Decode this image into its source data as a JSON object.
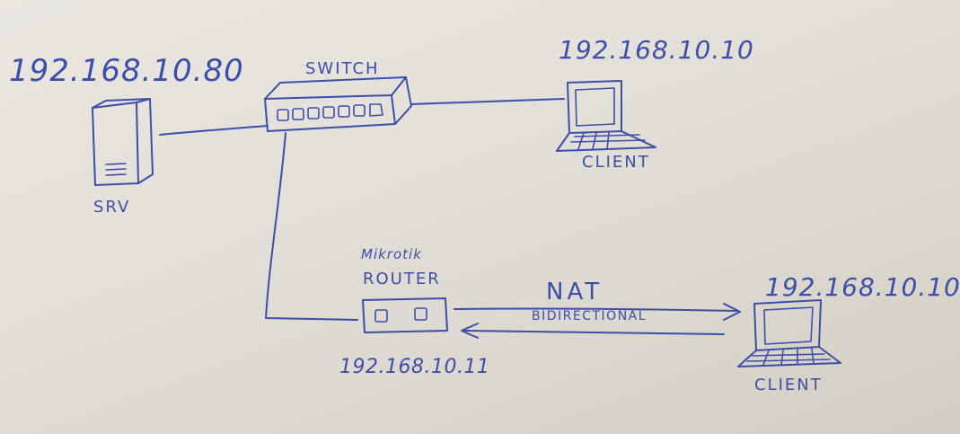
{
  "diagram": {
    "server": {
      "ip": "192.168.10.80",
      "label": "SRV"
    },
    "switch": {
      "label": "SWITCH"
    },
    "client_top": {
      "ip": "192.168.10.10",
      "label": "CLIENT"
    },
    "router": {
      "vendor": "Mikrotik",
      "label": "ROUTER",
      "ip": "192.168.10.11"
    },
    "nat": {
      "label": "NAT",
      "mode": "BIDIRECTIONAL"
    },
    "client_right": {
      "ip": "192.168.10.10",
      "label": "CLIENT"
    },
    "colors": {
      "ink": "#3d4ea8",
      "board": "#e4e1da"
    }
  }
}
